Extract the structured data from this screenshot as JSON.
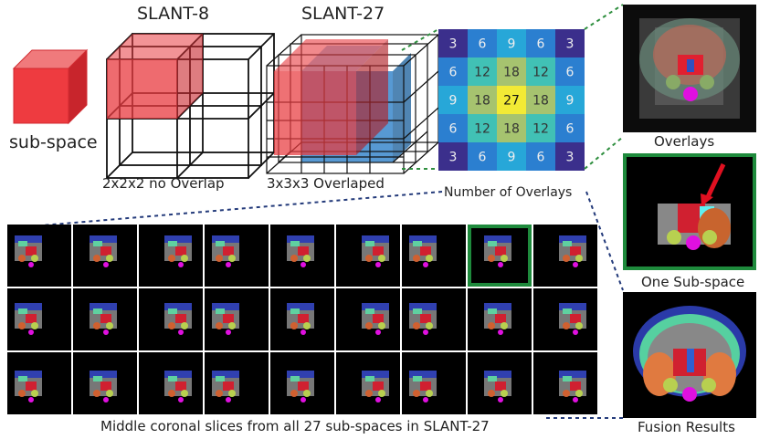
{
  "labels": {
    "subspace": "sub-space",
    "slant8_title": "SLANT-8",
    "slant8_caption": "2x2x2 no Overlap",
    "slant27_title": "SLANT-27",
    "slant27_caption": "3x3x3 Overlaped",
    "overlaps_caption": "Number of Overlays",
    "overlays_label": "Overlays",
    "one_subspace_label": "One Sub-space",
    "fusion_label": "Fusion Results",
    "slices_caption": "Middle coronal slices from all 27 sub-spaces in SLANT-27"
  },
  "overlap_grid": [
    [
      3,
      6,
      9,
      6,
      3
    ],
    [
      6,
      12,
      18,
      12,
      6
    ],
    [
      9,
      18,
      27,
      18,
      9
    ],
    [
      6,
      12,
      18,
      12,
      6
    ],
    [
      3,
      6,
      9,
      6,
      3
    ]
  ],
  "overlap_colors": {
    "3": "#3b2f8c",
    "6": "#2b7fd0",
    "9": "#27a7d8",
    "12": "#41c1b5",
    "18": "#a6c36f",
    "27": "#f2ea35"
  },
  "colors": {
    "cube_red": "#e83a3f",
    "cube_blue": "#1f77c4",
    "highlight_green": "#1e8a3c",
    "arrow_red": "#e01020",
    "dotted_green": "#2f8f3f",
    "dotted_navy": "#233a7a"
  }
}
